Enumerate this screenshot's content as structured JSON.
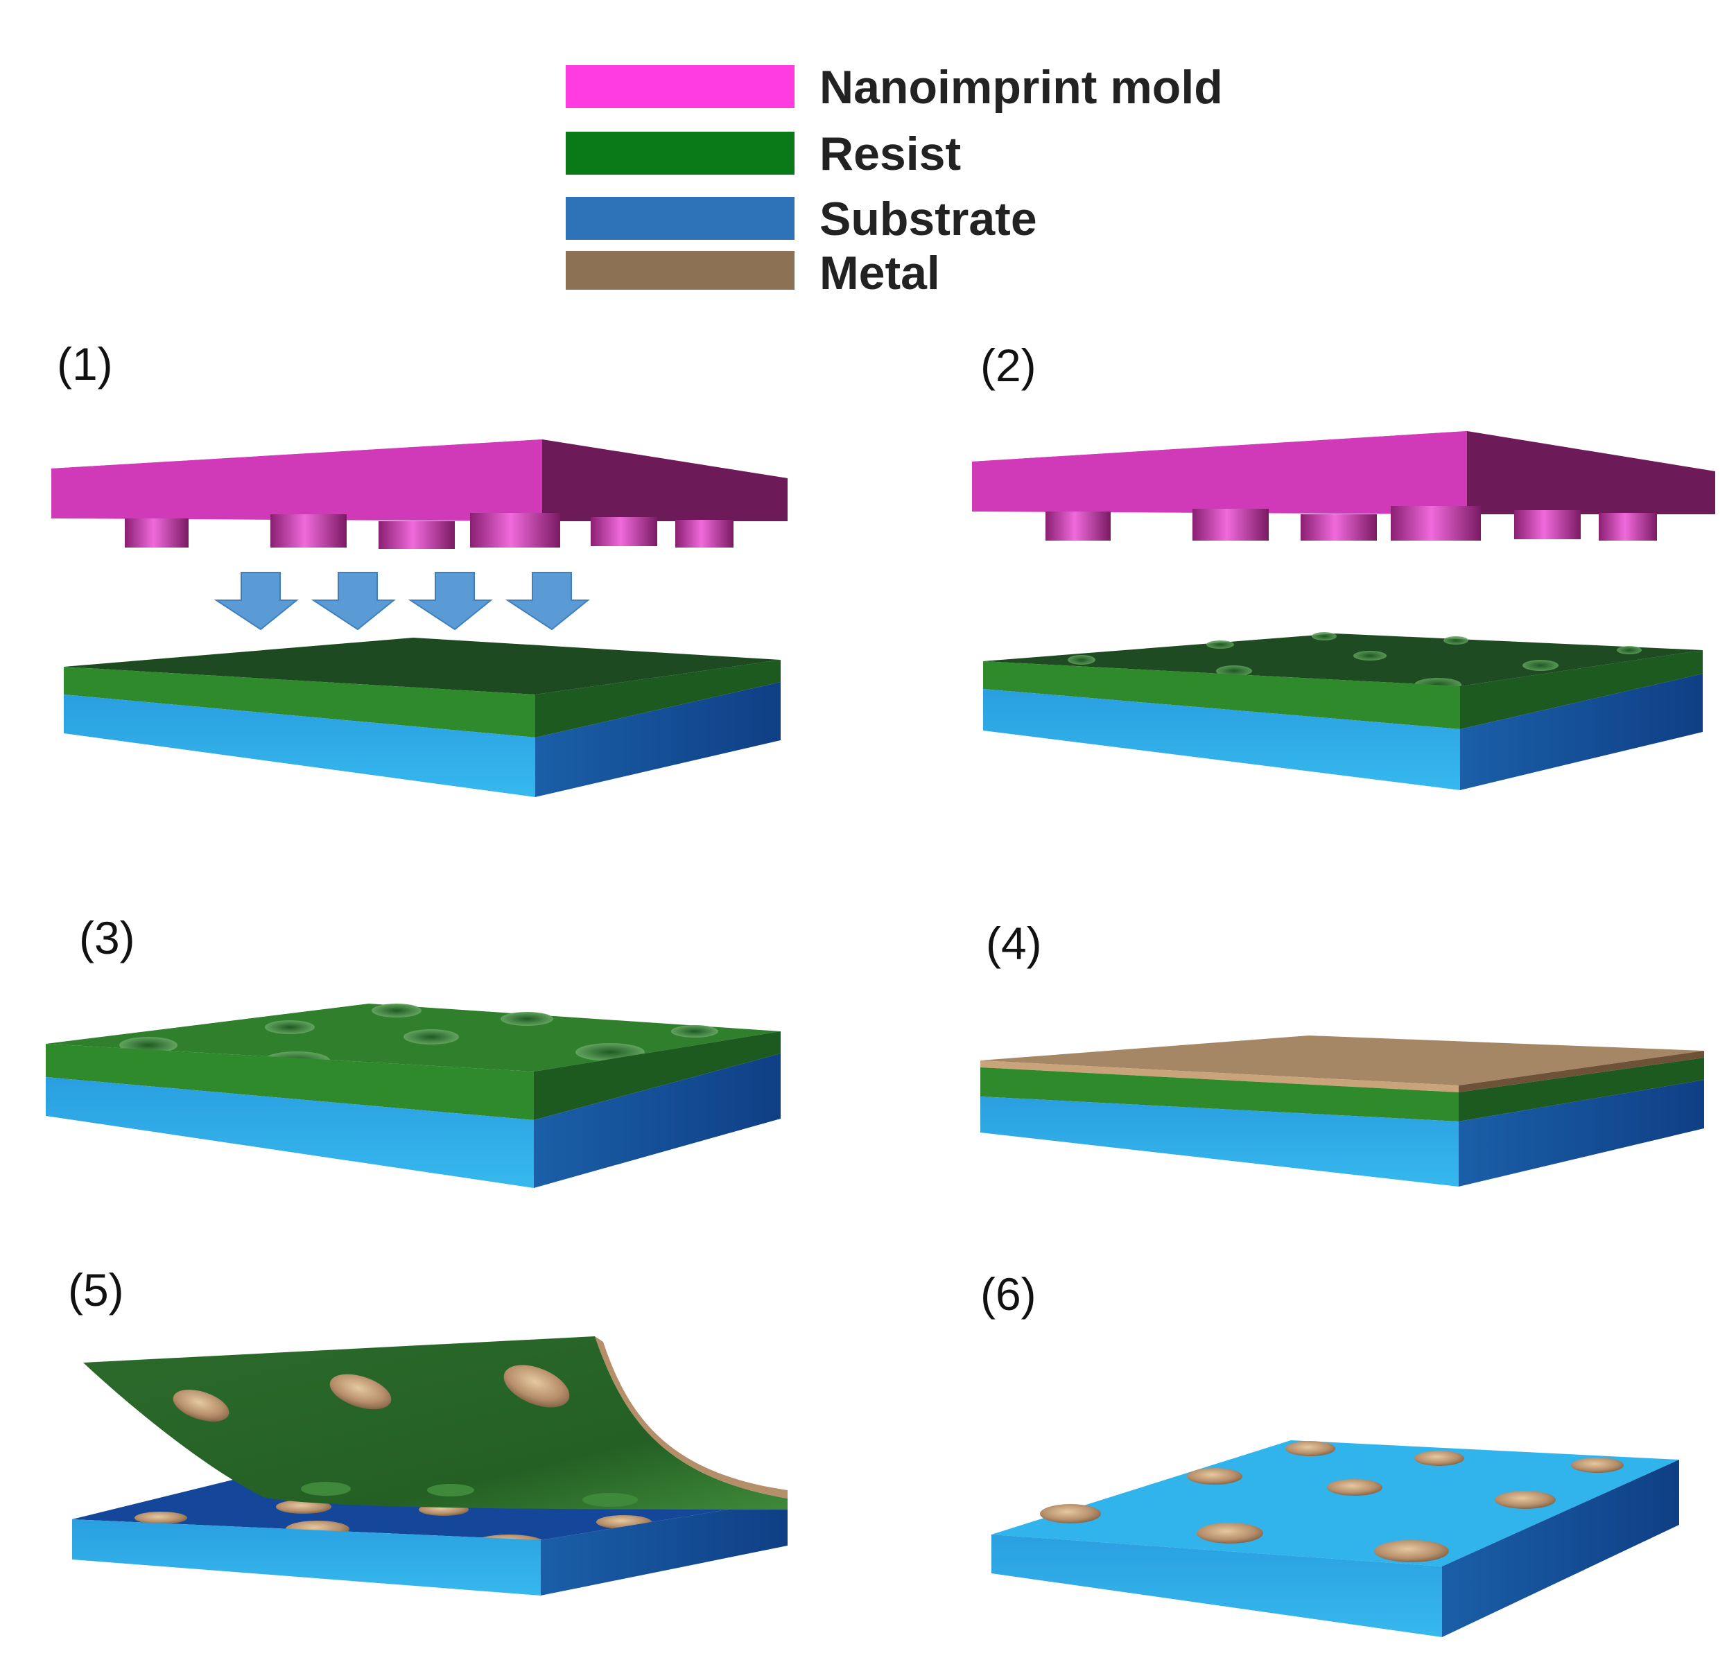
{
  "legend": [
    {
      "label": "Nanoimprint mold",
      "color": "#ff3ce0"
    },
    {
      "label": "Resist",
      "color": "#0a7a18"
    },
    {
      "label": "Substrate",
      "color": "#2e73b8"
    },
    {
      "label": "Metal",
      "color": "#8c7155"
    }
  ],
  "steps": [
    "(1)",
    "(2)",
    "(3)",
    "(4)",
    "(5)",
    "(6)"
  ],
  "colors": {
    "mold_top": "#de3fc4",
    "mold_front": "#c0329f",
    "mold_side": "#6a1a56",
    "resist_top": "#1e4a22",
    "resist_top_light": "#3d8a3a",
    "resist_front": "#2f8a2c",
    "resist_side": "#1d5a20",
    "substrate_front": "#2aa6e8",
    "substrate_side": "#12498f",
    "substrate_top": "#2fa8e6",
    "metal": "#b58e6a",
    "arrow": "#5b9bd5"
  }
}
